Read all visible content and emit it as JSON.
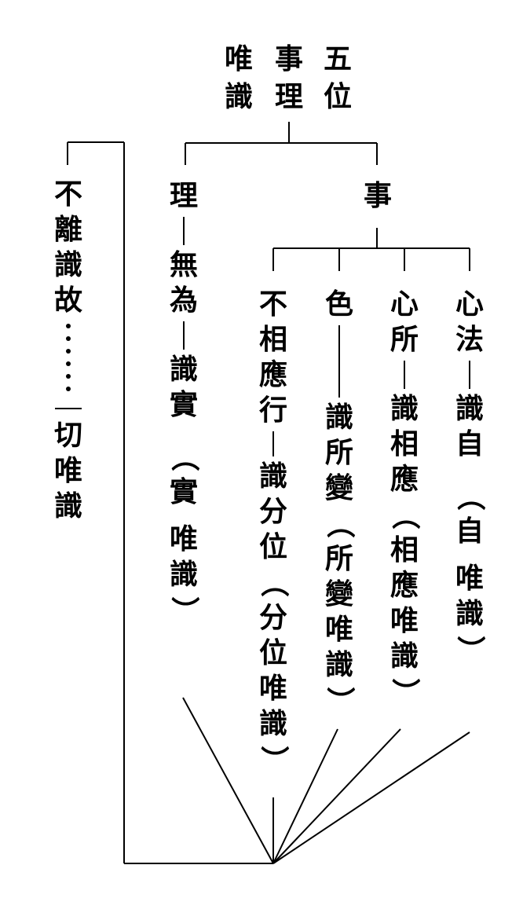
{
  "title": {
    "col1": [
      "唯",
      "識"
    ],
    "col2": [
      "事",
      "理"
    ],
    "col3": [
      "五",
      "位"
    ]
  },
  "left": {
    "top": [
      "不",
      "離",
      "識",
      "故"
    ],
    "bottom": [
      "一",
      "切",
      "唯",
      "識"
    ]
  },
  "li": {
    "head": "理",
    "mid": [
      "無",
      "為"
    ],
    "name": [
      "識",
      "實"
    ],
    "paren": [
      "（",
      "實",
      "唯",
      "識",
      "）"
    ]
  },
  "shi": {
    "head": "事"
  },
  "categories": [
    {
      "head": [
        "不",
        "相",
        "應",
        "行"
      ],
      "name": [
        "識",
        "分",
        "位"
      ],
      "paren": [
        "（",
        "分",
        "位",
        "唯",
        "識",
        "）"
      ]
    },
    {
      "head": [
        "色"
      ],
      "name": [
        "識",
        "所",
        "變"
      ],
      "paren": [
        "（",
        "所",
        "變",
        "唯",
        "識",
        "）"
      ]
    },
    {
      "head": [
        "心",
        "所"
      ],
      "name": [
        "識",
        "相",
        "應"
      ],
      "paren": [
        "（",
        "相",
        "應",
        "唯",
        "識",
        "）"
      ]
    },
    {
      "head": [
        "心",
        "法"
      ],
      "name": [
        "識",
        "自"
      ],
      "paren": [
        "（",
        "自",
        "唯",
        "識",
        "）"
      ]
    }
  ]
}
